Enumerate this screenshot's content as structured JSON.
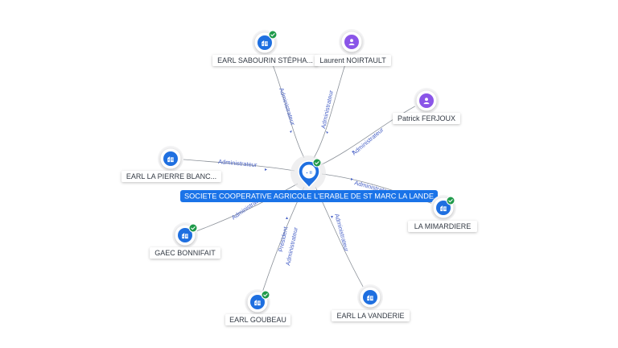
{
  "colors": {
    "company": "#1e6fe0",
    "person": "#8a55e8",
    "check": "#1f9a4a",
    "edge": "#8a9098",
    "edge_label": "#4a63c7",
    "center_label_bg": "#1a73e8"
  },
  "center": {
    "label": "SOCIETE COOPERATIVE AGRICOLE L'ERABLE DE ST MARC LA LANDE",
    "icon": "building-icon",
    "verified": true
  },
  "nodes": [
    {
      "id": "sabourin",
      "label": "EARL SABOURIN STÉPHA...",
      "kind": "company",
      "icon": "building-icon",
      "verified": true,
      "edge": {
        "label": "Administrateur"
      }
    },
    {
      "id": "noirtault",
      "label": "Laurent NOIRTAULT",
      "kind": "person",
      "icon": "person-icon",
      "verified": false,
      "edge": {
        "label": "Administrateur"
      }
    },
    {
      "id": "ferjoux",
      "label": "Patrick FERJOUX",
      "kind": "person",
      "icon": "person-icon",
      "verified": false,
      "edge": {
        "label": "Administrateur"
      }
    },
    {
      "id": "pierre",
      "label": "EARL LA PIERRE BLANC...",
      "kind": "company",
      "icon": "building-icon",
      "verified": false,
      "edge": {
        "label": "Administrateur"
      }
    },
    {
      "id": "mimardiere",
      "label": "LA MIMARDIERE",
      "kind": "company",
      "icon": "building-icon",
      "verified": true,
      "edge": {
        "label": "Administrateur"
      }
    },
    {
      "id": "bonnifait",
      "label": "GAEC BONNIFAIT",
      "kind": "company",
      "icon": "building-icon",
      "verified": true,
      "edge": {
        "label": "Administrateur"
      }
    },
    {
      "id": "goubeau",
      "label": "EARL GOUBEAU",
      "kind": "company",
      "icon": "building-icon",
      "verified": true,
      "edge": {
        "label": "Président",
        "label2": "Administrateur"
      }
    },
    {
      "id": "vanderie",
      "label": "EARL LA VANDERIE",
      "kind": "company",
      "icon": "building-icon",
      "verified": false,
      "edge": {
        "label": "Administrateur"
      }
    }
  ]
}
